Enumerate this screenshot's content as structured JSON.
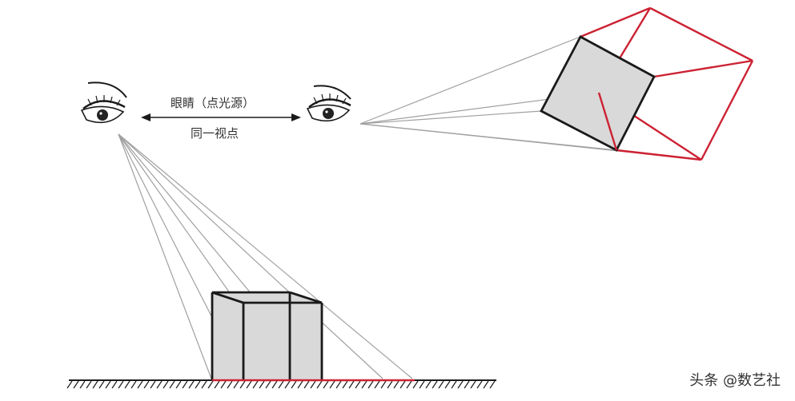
{
  "labels": {
    "top": "眼睛（点光源）",
    "bottom": "同一视点"
  },
  "watermark": "头条 @数艺社",
  "colors": {
    "black": "#1a1a1a",
    "red": "#cc2233",
    "gray_fill": "#d9d9d9",
    "ray": "#a0a0a0"
  },
  "icons": [
    "eye-icon-left",
    "eye-icon-right",
    "double-arrow-icon"
  ]
}
